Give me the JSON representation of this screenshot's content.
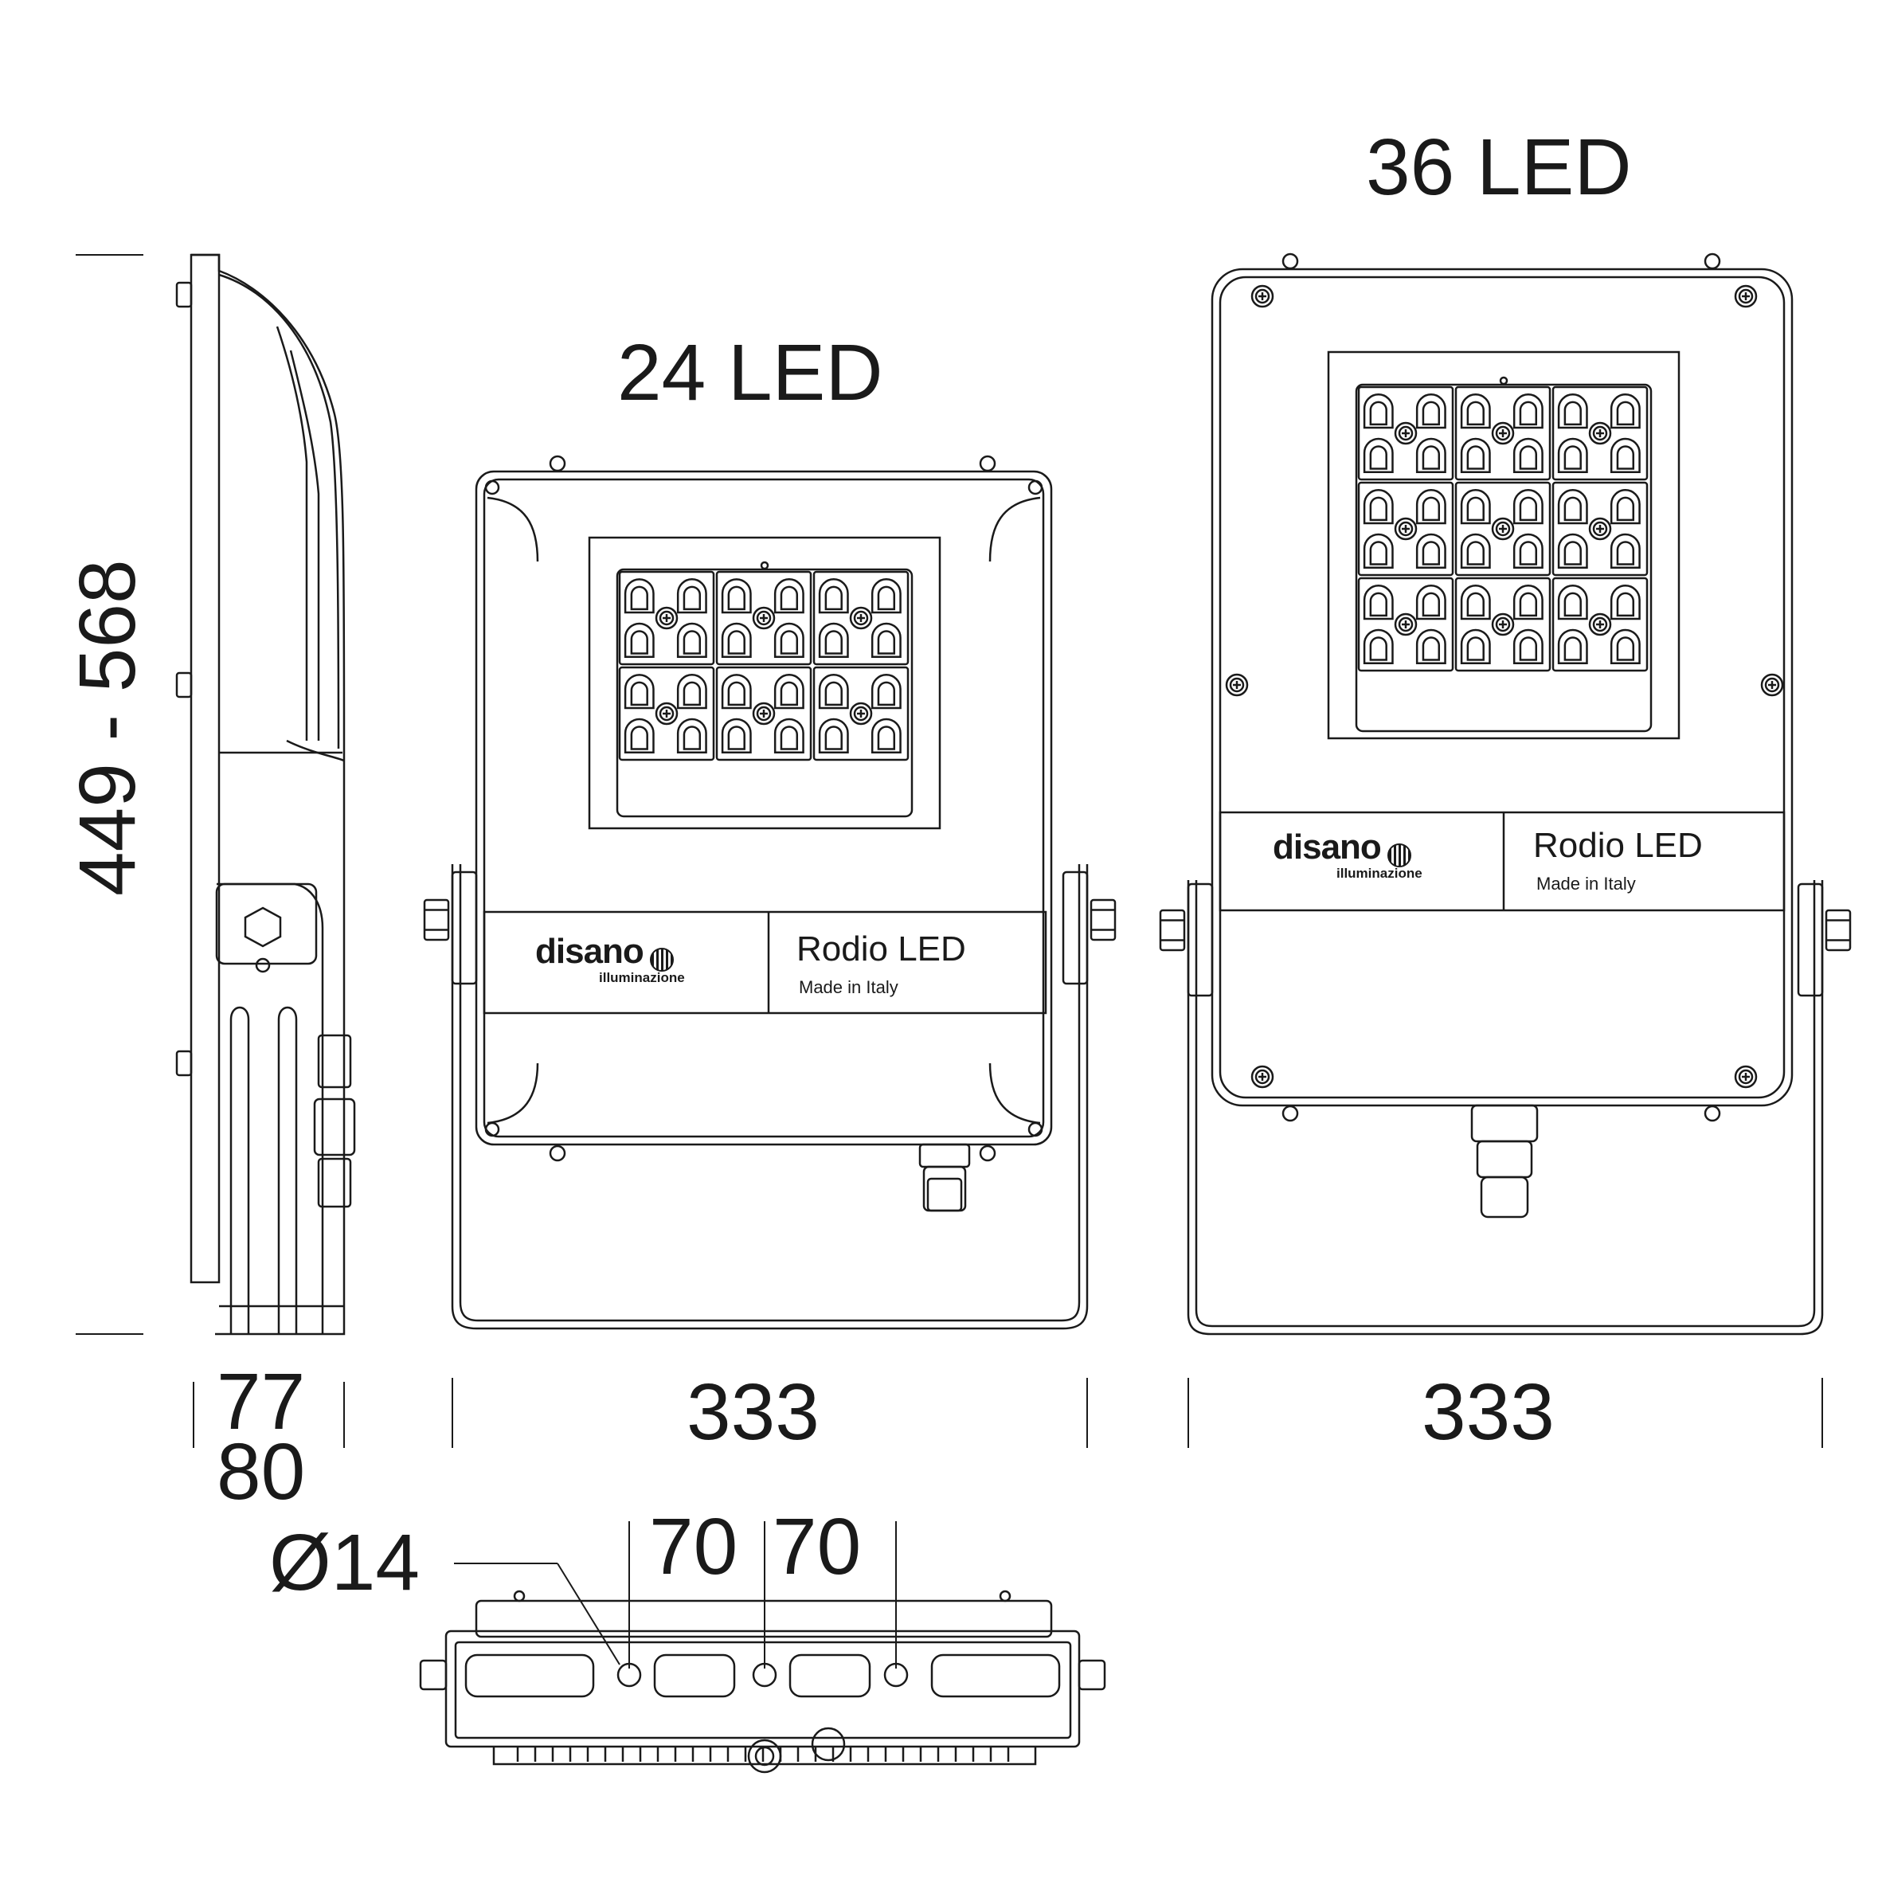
{
  "labels": {
    "variant_24": "24 LED",
    "variant_36": "36 LED",
    "height_range": "449 - 568",
    "depth_a": "77",
    "depth_b": "80",
    "width_24": "333",
    "width_36": "333",
    "hole_diameter": "Ø14",
    "hole_spacing_1": "70",
    "hole_spacing_2": "70"
  },
  "product": {
    "brand": "disano",
    "brand_sub": "illuminazione",
    "model": "Rodio LED",
    "origin": "Made in Italy"
  },
  "colors": {
    "line": "#1a1a1a",
    "background": "#ffffff"
  }
}
